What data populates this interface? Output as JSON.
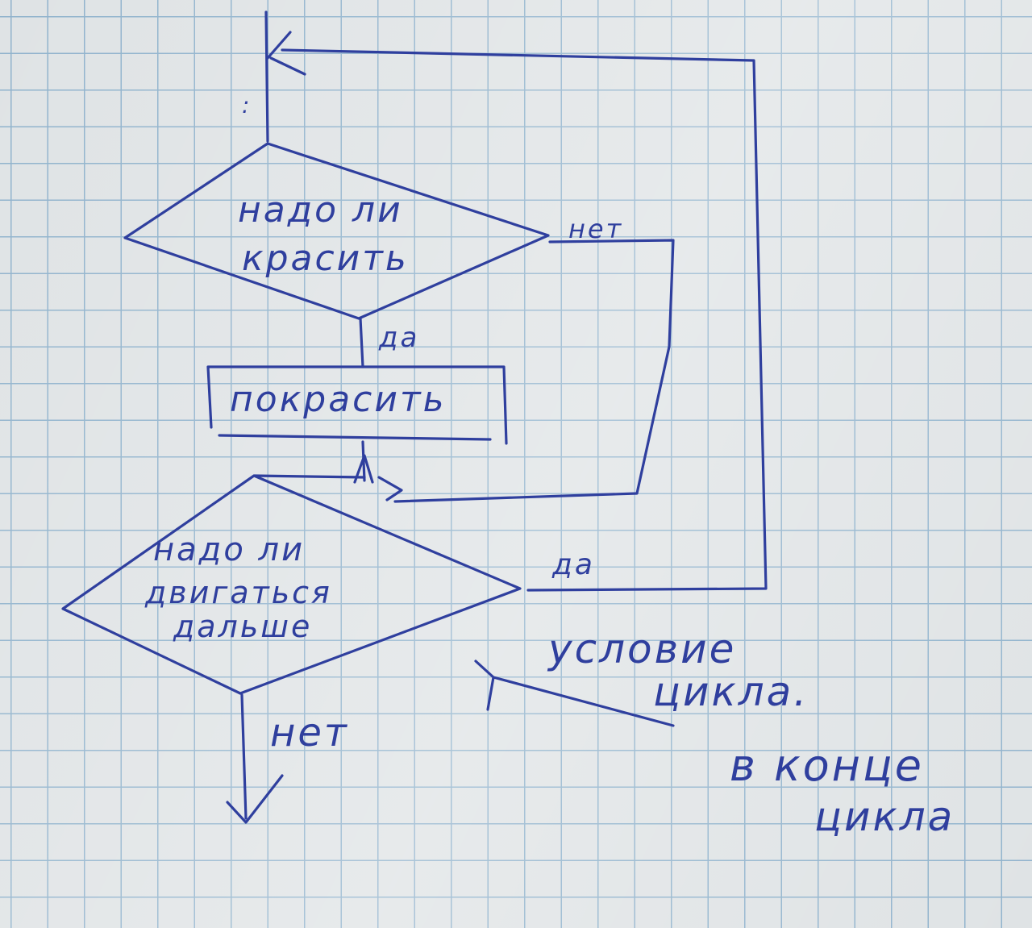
{
  "diagram": {
    "decision1": {
      "line1": "надо ли",
      "line2": "красить"
    },
    "decision1_no": "нет",
    "decision1_yes": "да",
    "process": {
      "label": "покрасить"
    },
    "decision2": {
      "line1": "надо ли",
      "line2": "двигаться",
      "line3": "дальше"
    },
    "decision2_yes": "да",
    "decision2_no": "нет",
    "note": {
      "line1": "условие",
      "line2": "цикла.",
      "line3": "в конце",
      "line4": "цикла"
    }
  },
  "colors": {
    "ink": "#2f3f9e",
    "paper": "#dfe3e5",
    "grid": "#8fb2cc"
  }
}
